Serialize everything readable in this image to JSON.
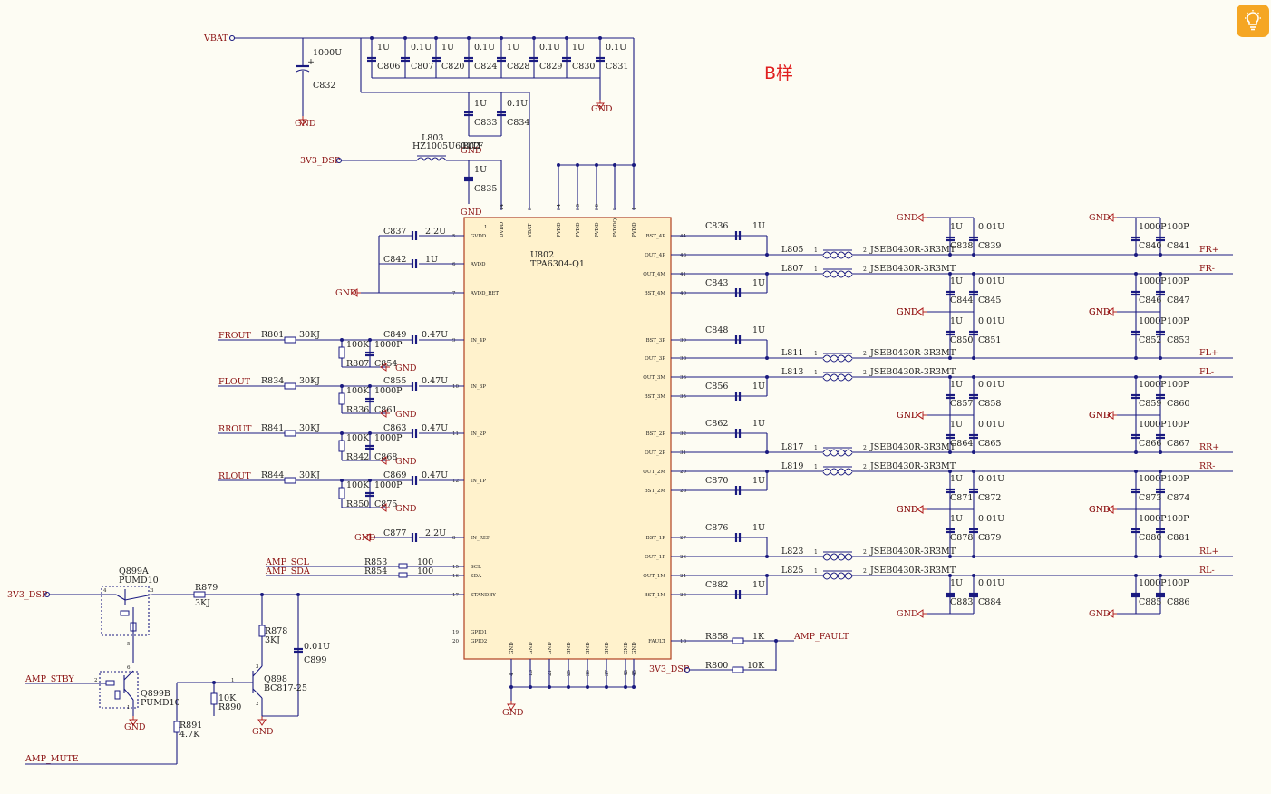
{
  "title_note": "B样",
  "ic": {
    "ref": "U802",
    "part": "TPA6304-Q1"
  },
  "nets": {
    "vbat": "VBAT",
    "v33": "3V3_DSP",
    "gnd": "GND",
    "frout": "FROUT",
    "flout": "FLOUT",
    "rrout": "RROUT",
    "rlout": "RLOUT",
    "amp_scl": "AMP_SCL",
    "amp_sda": "AMP_SDA",
    "amp_fault": "AMP_FAULT",
    "amp_stby": "AMP_STBY",
    "amp_mute": "AMP_MUTE",
    "frp": "FR+",
    "frm": "FR-",
    "flp": "FL+",
    "flm": "FL-",
    "rrp": "RR+",
    "rrm": "RR-",
    "rlp": "RL+",
    "rlm": "RL-"
  },
  "ic_pins_left": [
    {
      "num": "5",
      "name": "GVDD"
    },
    {
      "num": "6",
      "name": "AVDD"
    },
    {
      "num": "7",
      "name": "AVDD_RET"
    },
    {
      "num": "9",
      "name": "IN_4P"
    },
    {
      "num": "10",
      "name": "IN_3P"
    },
    {
      "num": "11",
      "name": "IN_2P"
    },
    {
      "num": "12",
      "name": "IN_1P"
    },
    {
      "num": "8",
      "name": "IN_REF"
    },
    {
      "num": "15",
      "name": "SCL"
    },
    {
      "num": "16",
      "name": "SDA"
    },
    {
      "num": "17",
      "name": "STANDBY"
    },
    {
      "num": "19",
      "name": "GPIO1"
    },
    {
      "num": "20",
      "name": "GPIO2"
    }
  ],
  "ic_pins_right": [
    {
      "num": "44",
      "name": "BST_4P"
    },
    {
      "num": "43",
      "name": "OUT_4P"
    },
    {
      "num": "41",
      "name": "OUT_4M"
    },
    {
      "num": "40",
      "name": "BST_4M"
    },
    {
      "num": "39",
      "name": "BST_3P"
    },
    {
      "num": "38",
      "name": "OUT_3P"
    },
    {
      "num": "36",
      "name": "OUT_3M"
    },
    {
      "num": "35",
      "name": "BST_3M"
    },
    {
      "num": "32",
      "name": "BST_2P"
    },
    {
      "num": "31",
      "name": "OUT_2P"
    },
    {
      "num": "29",
      "name": "OUT_2M"
    },
    {
      "num": "28",
      "name": "BST_2M"
    },
    {
      "num": "27",
      "name": "BST_1P"
    },
    {
      "num": "26",
      "name": "OUT_1P"
    },
    {
      "num": "24",
      "name": "OUT_1M"
    },
    {
      "num": "23",
      "name": "BST_1M"
    },
    {
      "num": "18",
      "name": "FAULT"
    }
  ],
  "ic_pins_top": [
    {
      "num": "14",
      "name": "DVDD"
    },
    {
      "num": "3",
      "name": "VBAT"
    },
    {
      "num": "34",
      "name": "PVDD"
    },
    {
      "num": "33",
      "name": "PVDD"
    },
    {
      "num": "30",
      "name": "PVDD"
    },
    {
      "num": "2",
      "name": "PVDDQ"
    },
    {
      "num": "1",
      "name": "PVDD"
    }
  ],
  "ic_pins_bottom": [
    {
      "num": "4",
      "name": "GND"
    },
    {
      "num": "13",
      "name": "GND"
    },
    {
      "num": "21",
      "name": "GND"
    },
    {
      "num": "25",
      "name": "GND"
    },
    {
      "num": "30",
      "name": "GND"
    },
    {
      "num": "37",
      "name": "GND"
    },
    {
      "num": "42",
      "name": "GND"
    },
    {
      "num": "45",
      "name": "GND"
    }
  ],
  "top_pin_marker": "1",
  "supply_caps": [
    {
      "ref": "C806",
      "val": "1U"
    },
    {
      "ref": "C807",
      "val": "0.1U"
    },
    {
      "ref": "C820",
      "val": "1U"
    },
    {
      "ref": "C824",
      "val": "0.1U"
    },
    {
      "ref": "C828",
      "val": "1U"
    },
    {
      "ref": "C829",
      "val": "0.1U"
    },
    {
      "ref": "C830",
      "val": "1U"
    },
    {
      "ref": "C831",
      "val": "0.1U"
    }
  ],
  "c832": {
    "ref": "C832",
    "val": "1000U",
    "pol": "+"
  },
  "c833": {
    "ref": "C833",
    "val": "1U"
  },
  "c834": {
    "ref": "C834",
    "val": "0.1U"
  },
  "c835": {
    "ref": "C835",
    "val": "1U"
  },
  "l803": {
    "ref": "L803",
    "val": "HZ1005U601TF",
    "suffix": "B02"
  },
  "c837": {
    "ref": "C837",
    "val": "2.2U"
  },
  "c842": {
    "ref": "C842",
    "val": "1U"
  },
  "c877": {
    "ref": "C877",
    "val": "2.2U"
  },
  "inputs": [
    {
      "r": "R801",
      "rv": "30KJ",
      "rg": "R807",
      "rgv": "100K",
      "cg": "C854",
      "cgv": "1000P",
      "c": "C849",
      "cv": "0.47U"
    },
    {
      "r": "R834",
      "rv": "30KJ",
      "rg": "R836",
      "rgv": "100K",
      "cg": "C861",
      "cgv": "1000P",
      "c": "C855",
      "cv": "0.47U"
    },
    {
      "r": "R841",
      "rv": "30KJ",
      "rg": "R842",
      "rgv": "100K",
      "cg": "C868",
      "cgv": "1000P",
      "c": "C863",
      "cv": "0.47U"
    },
    {
      "r": "R844",
      "rv": "30KJ",
      "rg": "R850",
      "rgv": "100K",
      "cg": "C875",
      "cgv": "1000P",
      "c": "C869",
      "cv": "0.47U"
    }
  ],
  "r853": {
    "ref": "R853",
    "val": "100"
  },
  "r854": {
    "ref": "R854",
    "val": "100"
  },
  "r858": {
    "ref": "R858",
    "val": "1K"
  },
  "r800": {
    "ref": "R800",
    "val": "10K"
  },
  "q899a": {
    "ref": "Q899A",
    "part": "PUMD10"
  },
  "q899b": {
    "ref": "Q899B",
    "part": "PUMD10"
  },
  "q898": {
    "ref": "Q898",
    "part": "BC817-25"
  },
  "r879": {
    "ref": "R879",
    "val": "3KJ"
  },
  "r878": {
    "ref": "R878",
    "val": "3KJ"
  },
  "c899": {
    "ref": "C899",
    "val": "0.01U"
  },
  "r890": {
    "ref": "R890",
    "val": "10K"
  },
  "r891": {
    "ref": "R891",
    "val": "4.7K"
  },
  "q_pins": {
    "p1": "1",
    "p2": "2",
    "p3": "3",
    "p4": "4",
    "p5": "5",
    "p6": "6"
  },
  "bst_caps": [
    {
      "ref": "C836",
      "val": "1U"
    },
    {
      "ref": "C843",
      "val": "1U"
    },
    {
      "ref": "C848",
      "val": "1U"
    },
    {
      "ref": "C856",
      "val": "1U"
    },
    {
      "ref": "C862",
      "val": "1U"
    },
    {
      "ref": "C870",
      "val": "1U"
    },
    {
      "ref": "C876",
      "val": "1U"
    },
    {
      "ref": "C882",
      "val": "1U"
    }
  ],
  "inductors": [
    {
      "ref": "L805",
      "part": "JSEB0430R-3R3MT"
    },
    {
      "ref": "L807",
      "part": "JSEB0430R-3R3MT"
    },
    {
      "ref": "L811",
      "part": "JSEB0430R-3R3MT"
    },
    {
      "ref": "L813",
      "part": "JSEB0430R-3R3MT"
    },
    {
      "ref": "L817",
      "part": "JSEB0430R-3R3MT"
    },
    {
      "ref": "L819",
      "part": "JSEB0430R-3R3MT"
    },
    {
      "ref": "L823",
      "part": "JSEB0430R-3R3MT"
    },
    {
      "ref": "L825",
      "part": "JSEB0430R-3R3MT"
    }
  ],
  "ind_pins": {
    "a": "1",
    "b": "2"
  },
  "filter_caps": [
    {
      "a": "C838",
      "av": "1U",
      "b": "C839",
      "bv": "0.01U",
      "c": "C840",
      "cv": "1000P",
      "d": "C841",
      "dv": "100P"
    },
    {
      "a": "C844",
      "av": "1U",
      "b": "C845",
      "bv": "0.01U",
      "c": "C846",
      "cv": "1000P",
      "d": "C847",
      "dv": "100P"
    },
    {
      "a": "C850",
      "av": "1U",
      "b": "C851",
      "bv": "0.01U",
      "c": "C852",
      "cv": "1000P",
      "d": "C853",
      "dv": "100P"
    },
    {
      "a": "C857",
      "av": "1U",
      "b": "C858",
      "bv": "0.01U",
      "c": "C859",
      "cv": "1000P",
      "d": "C860",
      "dv": "100P"
    },
    {
      "a": "C864",
      "av": "1U",
      "b": "C865",
      "bv": "0.01U",
      "c": "C866",
      "cv": "1000P",
      "d": "C867",
      "dv": "100P"
    },
    {
      "a": "C871",
      "av": "1U",
      "b": "C872",
      "bv": "0.01U",
      "c": "C873",
      "cv": "1000P",
      "d": "C874",
      "dv": "100P"
    },
    {
      "a": "C878",
      "av": "1U",
      "b": "C879",
      "bv": "0.01U",
      "c": "C880",
      "cv": "1000P",
      "d": "C881",
      "dv": "100P"
    },
    {
      "a": "C883",
      "av": "1U",
      "b": "C884",
      "bv": "0.01U",
      "c": "C885",
      "cv": "1000P",
      "d": "C886",
      "dv": "100P"
    }
  ]
}
